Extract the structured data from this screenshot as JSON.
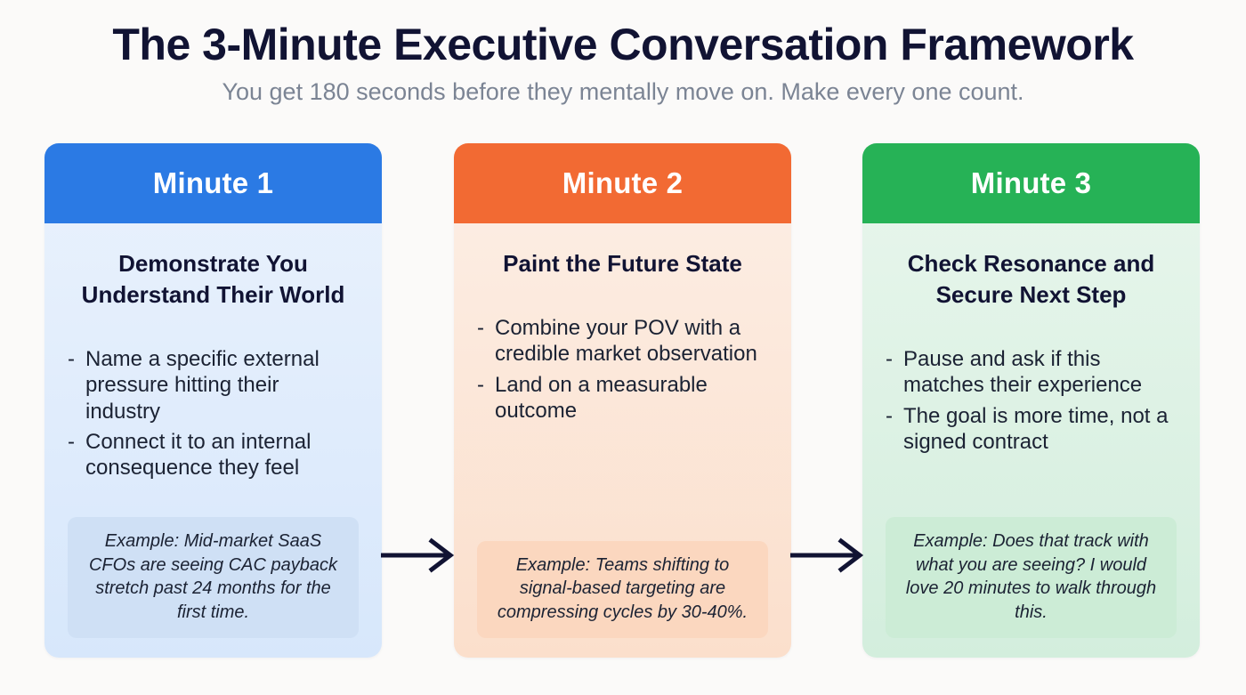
{
  "header": {
    "title": "The 3-Minute Executive Conversation Framework",
    "subtitle": "You get 180 seconds before they mentally move on. Make every one count."
  },
  "colors": {
    "background": "#fbfaf9",
    "title": "#111333",
    "subtitle": "#7b8494",
    "arrow": "#111333",
    "minute1_header": "#2b7ae4",
    "minute1_body": "#e4effc",
    "minute1_example": "#cfe0f5",
    "minute2_header": "#f26a33",
    "minute2_body": "#fbe7d8",
    "minute2_example": "#fbd7bf",
    "minute3_header": "#26b256",
    "minute3_body": "#e0f2e7",
    "minute3_example": "#ccecd6"
  },
  "cards": [
    {
      "header": "Minute 1",
      "subtitle": "Demonstrate You Understand Their World",
      "bullets": [
        "Name a specific external pressure hitting their industry",
        "Connect it to an internal consequence they feel"
      ],
      "example": "Example: Mid-market SaaS CFOs are seeing CAC payback stretch past 24 months for the first time."
    },
    {
      "header": "Minute 2",
      "subtitle": "Paint the Future State",
      "bullets": [
        "Combine your POV with a credible market observation",
        "Land on a measurable outcome"
      ],
      "example": "Example: Teams shifting to signal-based targeting are compressing cycles by 30-40%."
    },
    {
      "header": "Minute 3",
      "subtitle": "Check Resonance and Secure Next Step",
      "bullets": [
        "Pause and ask if this matches their experience",
        "The goal is more time, not a signed contract"
      ],
      "example": "Example: Does that track with what you are seeing? I would love 20 minutes to walk through this."
    }
  ],
  "bullet_marker": "-",
  "connectors": [
    {
      "name": "arrow-minute1-to-minute2"
    },
    {
      "name": "arrow-minute2-to-minute3"
    }
  ]
}
